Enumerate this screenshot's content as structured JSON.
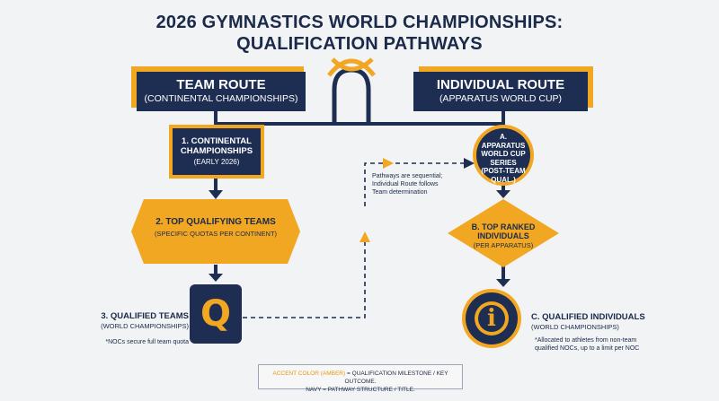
{
  "title": {
    "line1": "2026 GYMNASTICS WORLD CHAMPIONSHIPS:",
    "line2": "QUALIFICATION PATHWAYS"
  },
  "team_route": {
    "label": "TEAM ROUTE",
    "sub": "(CONTINENTAL CHAMPIONSHIPS)"
  },
  "individual_route": {
    "label": "INDIVIDUAL ROUTE",
    "sub": "(APPARATUS WORLD CUP)"
  },
  "team_steps": {
    "step1": {
      "title": "1. CONTINENTAL CHAMPIONSHIPS",
      "sub": "(EARLY 2026)"
    },
    "step2": {
      "title": "2. TOP QUALIFYING TEAMS",
      "sub": "(SPECIFIC QUOTAS PER CONTINENT)"
    },
    "step3": {
      "title": "3. QUALIFIED TEAMS",
      "sub": "(WORLD CHAMPIONSHIPS)",
      "note": "*NOCs secure full team quota",
      "icon_letter": "Q"
    }
  },
  "individual_steps": {
    "stepA": {
      "title": "A. APPARATUS WORLD CUP SERIES (POST-TEAM QUAL.)"
    },
    "stepB": {
      "title": "B. TOP RANKED INDIVIDUALS",
      "sub": "(PER APPARATUS)"
    },
    "stepC": {
      "title": "C. QUALIFIED INDIVIDUALS",
      "sub": "(WORLD CHAMPIONSHIPS)",
      "note": "*Allocated to athletes from non-team qualified NOCs, up to a limit per NOC",
      "icon_letter": "i"
    }
  },
  "connector_note": "Pathways are sequential; Individual Route follows Team determination",
  "legend": {
    "accent_label": "ACCENT COLOR (AMBER)",
    "accent_desc": " = QUALIFICATION MILESTONE / KEY OUTCOME.",
    "navy_desc": "NAVY = PATHWAY STRUCTURE / TITLE."
  },
  "colors": {
    "navy": "#1e2e52",
    "amber": "#f2a722",
    "background": "#f1f3f4"
  }
}
